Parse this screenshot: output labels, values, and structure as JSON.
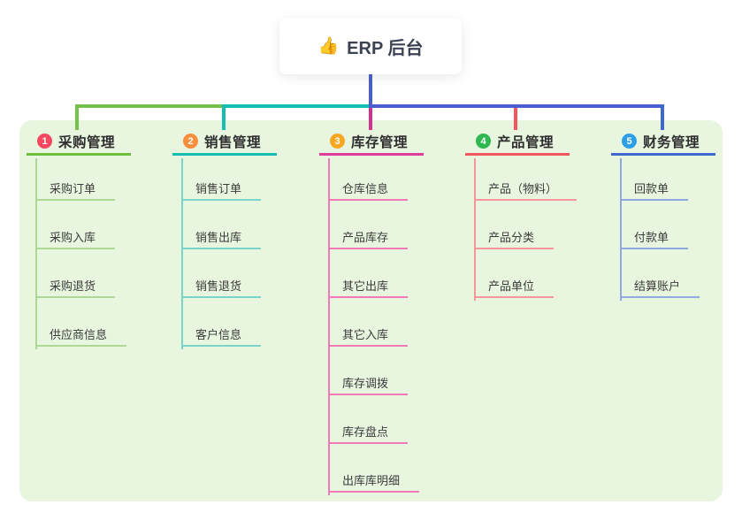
{
  "root": {
    "icon": "👍",
    "title": "ERP 后台"
  },
  "branches": [
    {
      "num": "1",
      "label": "采购管理",
      "badge_color": "#f5475f",
      "line_color": "#6dbf3e",
      "light_color": "#aed896",
      "connector_color": "#76c14b",
      "children": [
        "采购订单",
        "采购入库",
        "采购退货",
        "供应商信息"
      ]
    },
    {
      "num": "2",
      "label": "销售管理",
      "badge_color": "#f98e3c",
      "line_color": "#14bfb2",
      "light_color": "#7bd4ca",
      "connector_color": "#14bfb2",
      "children": [
        "销售订单",
        "销售出库",
        "销售退货",
        "客户信息"
      ]
    },
    {
      "num": "3",
      "label": "库存管理",
      "badge_color": "#f7a823",
      "line_color": "#e13a9d",
      "light_color": "#f07ab8",
      "connector_color": "#d1338f",
      "children": [
        "仓库信息",
        "产品库存",
        "其它出库",
        "其它入库",
        "库存调拨",
        "库存盘点",
        "出库库明细"
      ]
    },
    {
      "num": "4",
      "label": "产品管理",
      "badge_color": "#2eb84f",
      "line_color": "#f5565e",
      "light_color": "#f9959c",
      "connector_color": "#f5565e",
      "children": [
        "产品（物料）",
        "产品分类",
        "产品单位"
      ]
    },
    {
      "num": "5",
      "label": "财务管理",
      "badge_color": "#2e9fe6",
      "line_color": "#3f68cf",
      "light_color": "#8fa8e0",
      "connector_color": "#3f68cf",
      "children": [
        "回款单",
        "付款单",
        "结算账户"
      ]
    }
  ],
  "connectors": {
    "root_color": "#4a5ed0"
  },
  "canvas": {
    "background": "#ffffff",
    "panel_color": "#e8f5df"
  }
}
